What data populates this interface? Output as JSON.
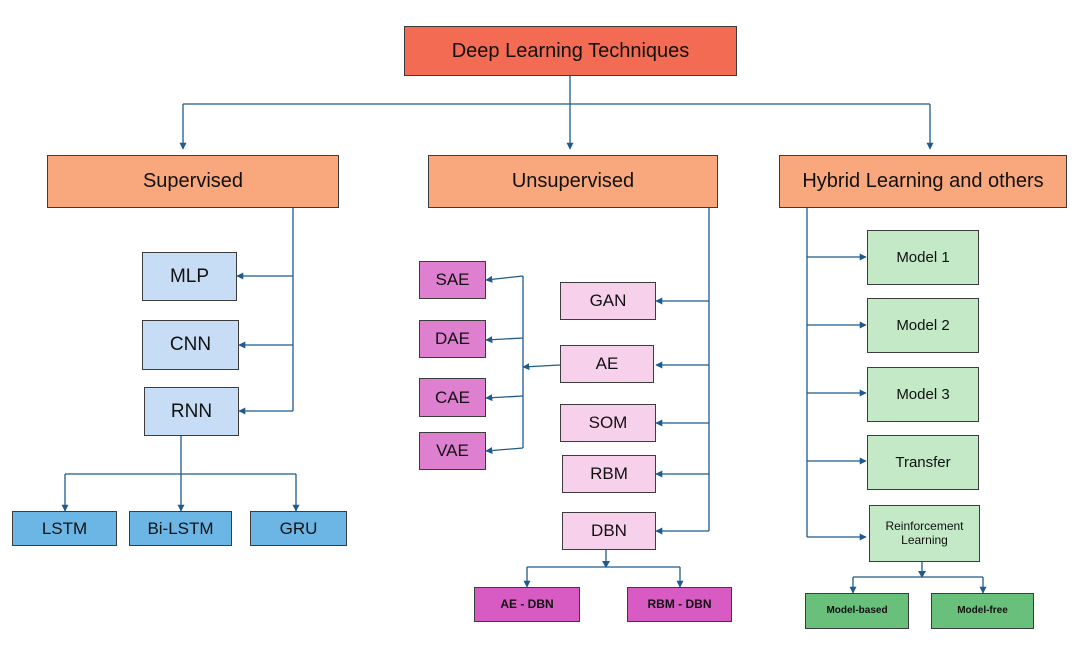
{
  "root": "Deep Learning Techniques",
  "categories": {
    "supervised": "Supervised",
    "unsupervised": "Unsupervised",
    "hybrid": "Hybrid Learning and others"
  },
  "supervised": {
    "models": [
      "MLP",
      "CNN",
      "RNN"
    ],
    "rnn_variants": [
      "LSTM",
      "Bi-LSTM",
      "GRU"
    ]
  },
  "unsupervised": {
    "autoencoders": [
      "SAE",
      "DAE",
      "CAE",
      "VAE"
    ],
    "models": [
      "GAN",
      "AE",
      "SOM",
      "RBM",
      "DBN"
    ],
    "dbn_variants": [
      "AE - DBN",
      "RBM - DBN"
    ]
  },
  "hybrid": {
    "models": [
      "Model 1",
      "Model 2",
      "Model 3",
      "Transfer",
      "Reinforcement Learning"
    ],
    "rl_variants": [
      "Model-based",
      "Model-free"
    ]
  },
  "colors": {
    "root": "#f26b52",
    "category": "#f9a77d",
    "supervised": "#c6ddf5",
    "supervised_leaf": "#6cb6e6",
    "unsupervised": "#f7d1ec",
    "unsupervised_left": "#de7fcf",
    "unsupervised_leaf": "#d75bc3",
    "hybrid": "#c3e9c7",
    "hybrid_leaf": "#69c07a",
    "connector": "#1f5b8c"
  }
}
